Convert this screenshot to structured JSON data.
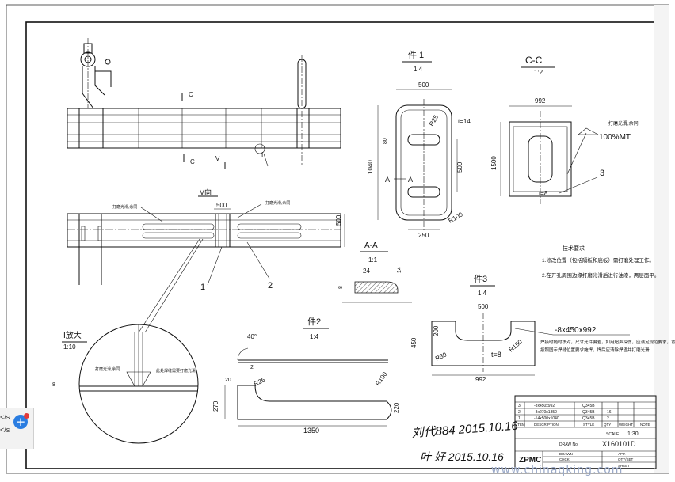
{
  "views": {
    "part1": {
      "title": "件 1",
      "scale": "1:4",
      "w": "500",
      "h": "1040",
      "t": "t=14",
      "r25": "R25",
      "r100": "R100",
      "d80": "80",
      "d500": "500",
      "d250": "250",
      "sec": "A",
      "sec2": "A"
    },
    "cc": {
      "title": "C-C",
      "scale": "1:2",
      "w": "992",
      "h": "1500",
      "t": "t=8",
      "weld_note": "打磨光滑,余同",
      "weld": "100%MT",
      "callout": "3"
    },
    "aa": {
      "title": "A-A",
      "scale": "1:1",
      "w": "24",
      "t": "8",
      "h": "14"
    },
    "part3": {
      "title": "件3",
      "scale": "1:4",
      "w": "500",
      "h": "450",
      "h2": "200",
      "r30": "R30",
      "r150": "R150",
      "t": "t=8",
      "len": "992",
      "spec": "-8x450x992",
      "note1": "焊接时随时核对，尺寸允许偏差，如用超声探伤，应满足规范要求，背面清根后再焊",
      "note2": "按照图示焊缝位置要求施焊，焊后应清除焊渣并打磨光滑"
    },
    "part2": {
      "title": "件2",
      "scale": "1:4",
      "angle": "40°",
      "t": "2",
      "r25": "R25",
      "r100": "R100",
      "d20": "20",
      "d270": "270",
      "d220": "220",
      "len": "1350"
    },
    "detail": {
      "title": "I放大",
      "scale": "1:10",
      "note1": "打磨光滑,余同",
      "note2": "此处焊缝需要打磨光滑",
      "t": "8"
    },
    "plan": {
      "label": "V向",
      "d500": "500",
      "d500b": "500",
      "callout1": "1",
      "callout2": "2",
      "note_left": "打磨光滑,余同",
      "note_right": "打磨光滑,余同"
    },
    "elev": {
      "c1": "C",
      "c2": "C",
      "v": "V",
      "i": "I"
    }
  },
  "tech": {
    "heading": "技术要求",
    "items": [
      "1.修改位置（包括隔板和底板）需打磨处理工作。",
      "2.在开孔周围边缘打磨光滑后进行油漆，两层面平。"
    ]
  },
  "title_block": {
    "rows": [
      {
        "no": "3",
        "spec": "-8x450x992",
        "mat": "Q345B",
        "qty": "",
        "note": ""
      },
      {
        "no": "2",
        "spec": "-8x270x1350",
        "mat": "Q345B",
        "qty": "16",
        "note": ""
      },
      {
        "no": "1",
        "spec": "-14x500x1040",
        "mat": "Q345B",
        "qty": "2",
        "note": ""
      }
    ],
    "headers": {
      "no": "ITEM",
      "spec": "DESCRIPTION",
      "mat": "STYLE",
      "qty": "QTY",
      "weight": "WEIGHT",
      "note": "NOTE",
      "scale": "SCALE",
      "scale_val": "1:30"
    },
    "drawing_label": "DRAW No.",
    "drawing_no": "X160101D",
    "company": "ZPMC",
    "sig1": "刘代884 2015.10.16",
    "sig2": "叶 好 2015.10.16",
    "labels": {
      "drawn": "DRAWN",
      "check": "CHCK",
      "appr": "APP.",
      "qty": "QTY/SET",
      "sheet": "SHEET"
    }
  },
  "ui": {
    "side_label_1": "</s",
    "side_label_2": "</s",
    "plus": "+",
    "watermark": "www.chinaqking.com"
  }
}
